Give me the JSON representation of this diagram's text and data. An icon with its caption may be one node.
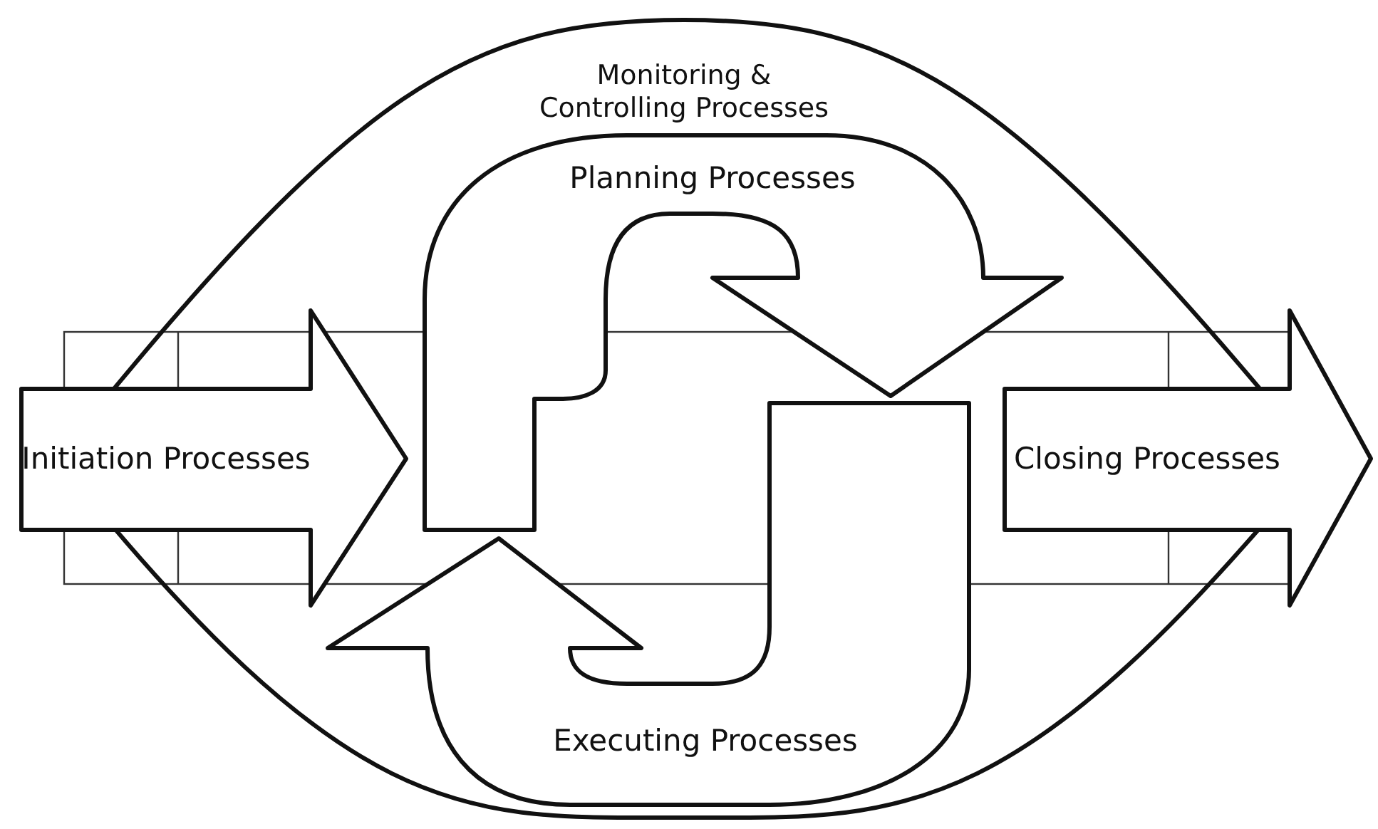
{
  "diagram": {
    "nodes": [
      {
        "text": [
          "Monitoring & Controlling Processes"
        ]
      },
      {
        "text": [
          "Initiation Processes"
        ]
      },
      {
        "text": [
          "Planning Processes"
        ],
        "in": 0
      },
      {
        "text": [
          "Executing Processes"
        ],
        "in": 0
      },
      {
        "text": [
          "Closing Processes"
        ]
      }
    ]
  }
}
